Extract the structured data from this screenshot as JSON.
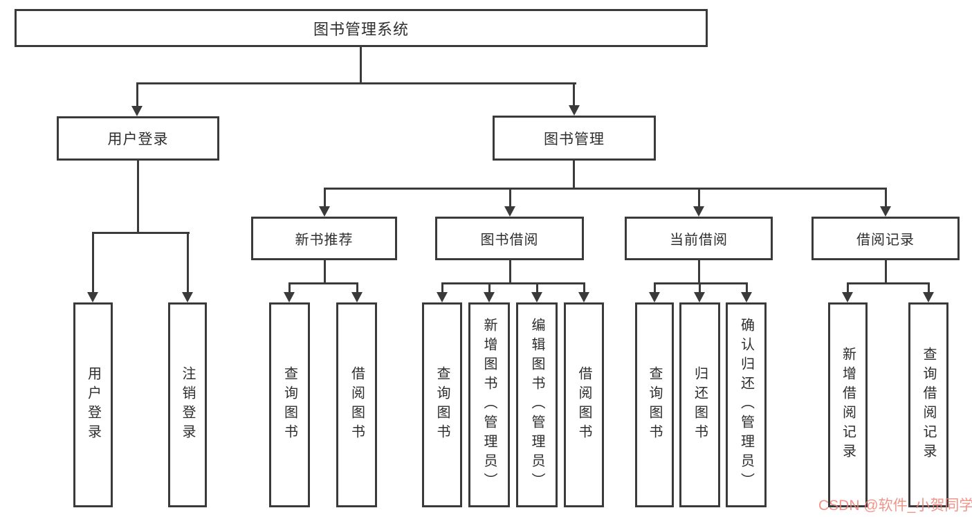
{
  "colors": {
    "line": "#3a3a3a",
    "box_border": "#3a3a3a",
    "text": "#2d2d2d",
    "background": "#ffffff",
    "watermark": "#ee8276"
  },
  "root": {
    "label": "图书管理系统"
  },
  "branches": {
    "login": {
      "label": "用户登录",
      "children": [
        "用户登录",
        "注销登录"
      ]
    },
    "management": {
      "label": "图书管理"
    }
  },
  "modules": [
    {
      "label": "新书推荐",
      "children": [
        "查询图书",
        "借阅图书"
      ]
    },
    {
      "label": "图书借阅",
      "children": [
        "查询图书",
        "新增图书（管理员）",
        "编辑图书（管理员）",
        "借阅图书"
      ]
    },
    {
      "label": "当前借阅",
      "children": [
        "查询图书",
        "归还图书",
        "确认归还（管理员）"
      ]
    },
    {
      "label": "借阅记录",
      "children": [
        "新增借阅记录",
        "查询借阅记录"
      ]
    }
  ],
  "watermark": {
    "text": "CSDN @软件_小贺同学"
  }
}
